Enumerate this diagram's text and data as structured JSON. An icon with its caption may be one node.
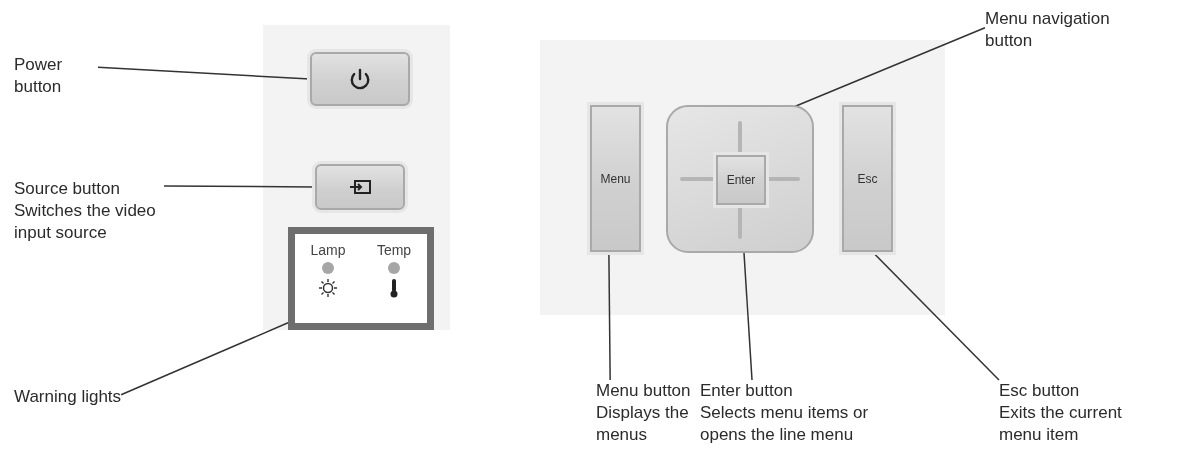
{
  "diagram": {
    "nodes": [
      {
        "text": [
          "Power button"
        ]
      },
      {
        "text": [
          "Source button",
          "Switches the video input source"
        ]
      },
      {
        "text": [
          "Warning lights"
        ]
      },
      {
        "text": [],
        "shape": "box"
      },
      {
        "text": [],
        "shape": "box"
      },
      {
        "text": [
          "Lamp",
          "Temp"
        ]
      },
      {
        "text": [
          "Menu navigation button"
        ]
      },
      {
        "text": [
          "Menu"
        ]
      },
      {
        "text": [],
        "shape": "box"
      },
      {
        "text": [
          "Enter"
        ],
        "in": 8
      },
      {
        "text": [
          "Esc"
        ]
      },
      {
        "text": [
          "Menu button",
          "Displays the menus"
        ]
      },
      {
        "text": [
          "Enter button",
          "Selects menu items or opens the line menu"
        ]
      },
      {
        "text": [
          "Esc button",
          "Exits the current menu item"
        ]
      }
    ],
    "edges": [
      {
        "from": 0,
        "to": 3,
        "arrow": "none"
      },
      {
        "from": 1,
        "to": 4,
        "arrow": "none"
      },
      {
        "from": 2,
        "to": 5,
        "arrow": "none"
      },
      {
        "from": 6,
        "to": 8,
        "arrow": "none"
      },
      {
        "from": 11,
        "to": 7,
        "arrow": "none"
      },
      {
        "from": 12,
        "to": 9,
        "arrow": "none"
      },
      {
        "from": 13,
        "to": 10,
        "arrow": "none"
      }
    ]
  }
}
